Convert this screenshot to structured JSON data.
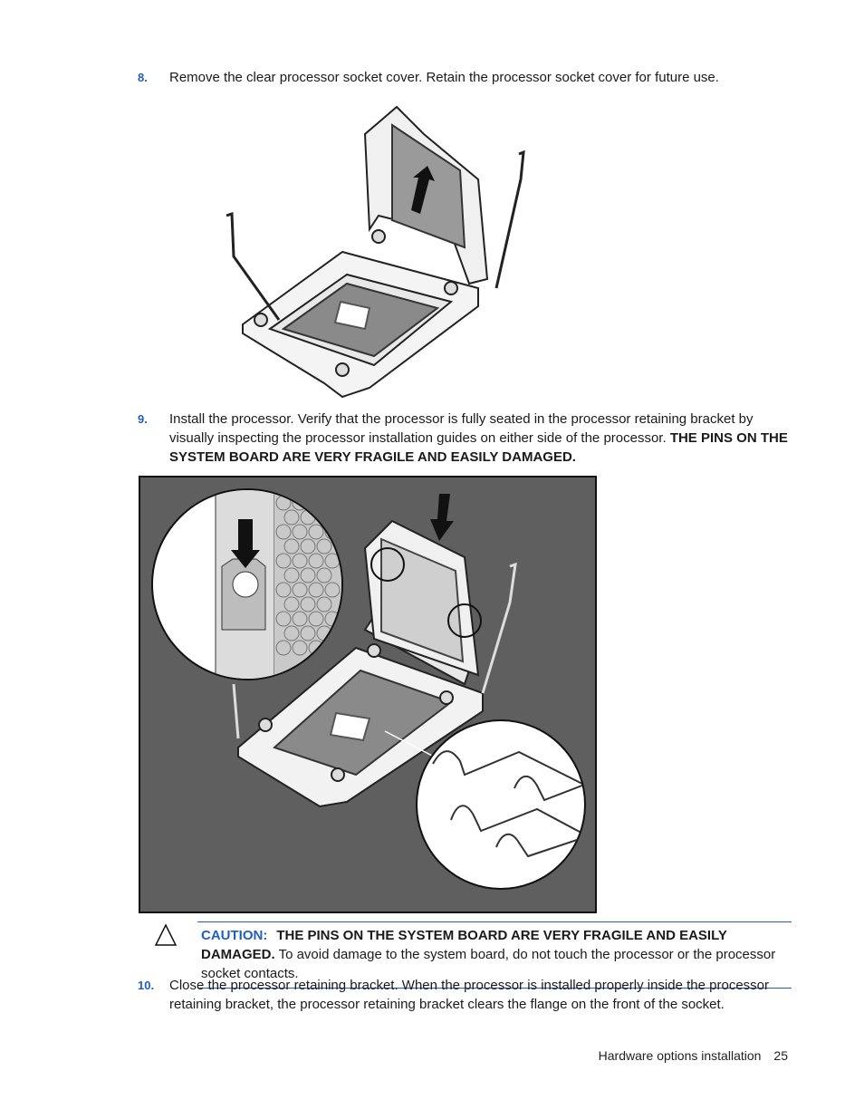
{
  "steps": [
    {
      "num": "8.",
      "text": "Remove the clear processor socket cover. Retain the processor socket cover for future use."
    },
    {
      "num": "9.",
      "text": "Install the processor. Verify that the processor is fully seated in the processor retaining bracket by visually inspecting the processor installation guides on either side of the processor. ",
      "bold": "THE PINS ON THE SYSTEM BOARD ARE VERY FRAGILE AND EASILY DAMAGED."
    },
    {
      "num": "10.",
      "text": "Close the processor retaining bracket. When the processor is installed properly inside the processor retaining bracket, the processor retaining bracket clears the flange on the front of the socket."
    }
  ],
  "caution": {
    "label": "CAUTION:",
    "bold": "THE PINS ON THE SYSTEM BOARD ARE VERY FRAGILE AND EASILY DAMAGED.",
    "text": " To avoid damage to the system board, do not touch the processor or the processor socket contacts."
  },
  "footer": {
    "section": "Hardware options installation",
    "page": "25"
  },
  "colors": {
    "accent": "#1f5fbf",
    "figure_bg": "#5f5f5f"
  },
  "icons": {
    "caution": "warning-triangle-icon",
    "arrow": "arrow-icon"
  }
}
